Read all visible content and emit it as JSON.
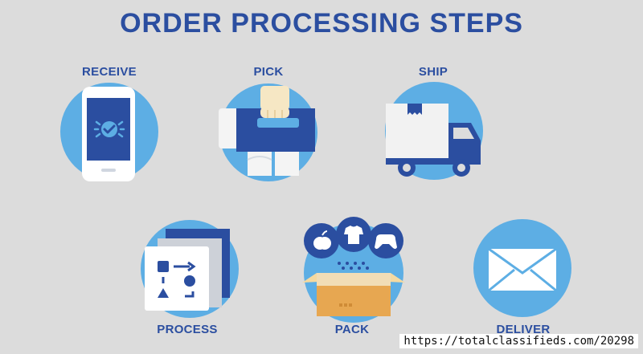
{
  "title": "ORDER PROCESSING STEPS",
  "steps": [
    {
      "label": "RECEIVE",
      "icon": "phone-check-icon"
    },
    {
      "label": "PICK",
      "icon": "hand-box-icon"
    },
    {
      "label": "SHIP",
      "icon": "truck-icon"
    },
    {
      "label": "PROCESS",
      "icon": "flowchart-icon"
    },
    {
      "label": "PACK",
      "icon": "box-items-icon"
    },
    {
      "label": "DELIVER",
      "icon": "envelope-icon"
    }
  ],
  "watermark": "https://totalclassifieds.com/20298",
  "colors": {
    "background": "#dcdcdc",
    "title": "#2b4ea0",
    "circle": "#5daee4",
    "dark_blue": "#2b4ea0",
    "box": "#e7a751"
  }
}
